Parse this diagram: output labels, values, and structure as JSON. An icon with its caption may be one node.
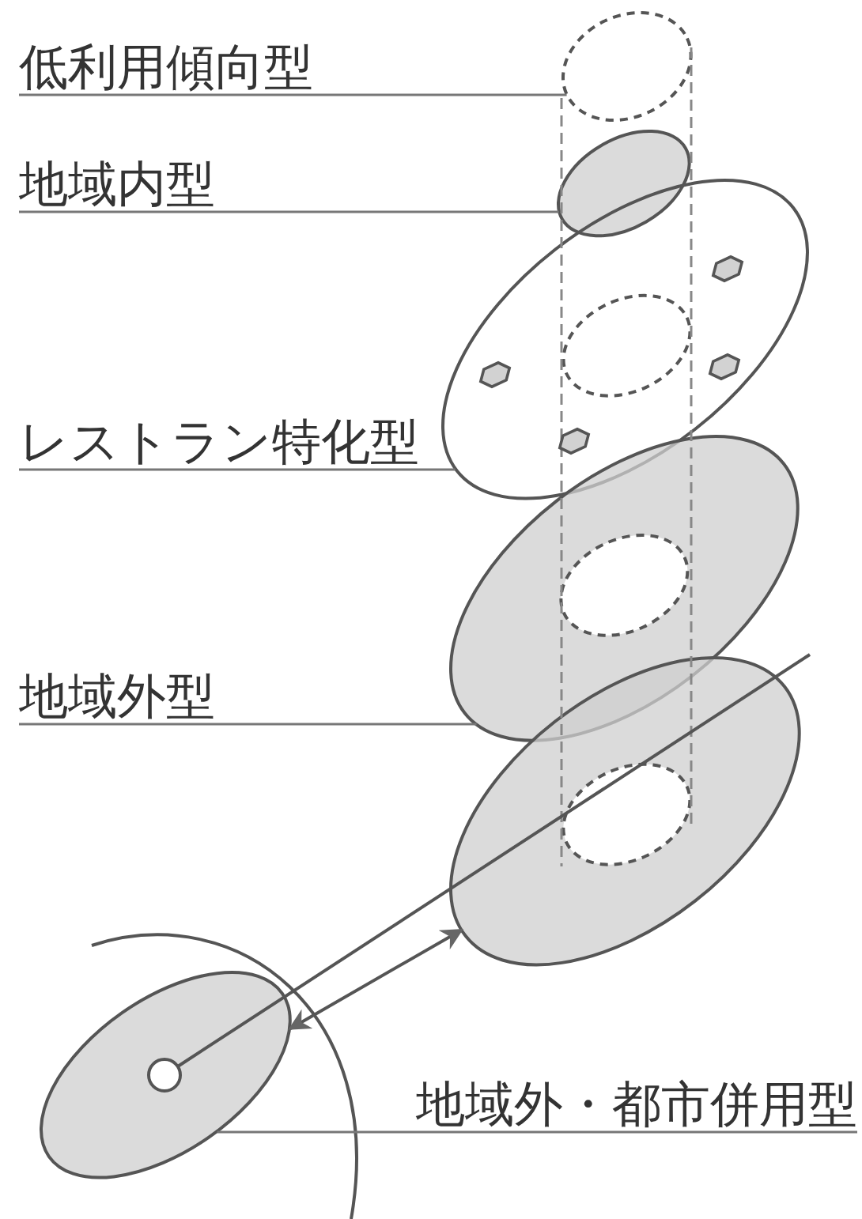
{
  "diagram": {
    "nodes": [
      {
        "text": [
          "低利用傾向型"
        ]
      },
      {
        "text": [],
        "shape": "ellipse"
      },
      {
        "text": [
          "地域内型"
        ]
      },
      {
        "text": [],
        "shape": "ellipse"
      },
      {
        "text": [
          "レストラン特化型"
        ]
      },
      {
        "text": [],
        "shape": "ellipse"
      },
      {
        "text": [],
        "shape": "ellipse"
      },
      {
        "text": [
          "地域外型"
        ]
      },
      {
        "text": [],
        "shape": "ellipse"
      },
      {
        "text": [],
        "shape": "ellipse"
      },
      {
        "text": [],
        "shape": "circle",
        "in": 9
      },
      {
        "text": [
          "地域外・都市併用型"
        ]
      }
    ],
    "edges": [
      {
        "from": 0,
        "to": 1,
        "arrow": "none"
      },
      {
        "from": 2,
        "to": 3,
        "arrow": "none"
      },
      {
        "from": 4,
        "to": 5,
        "arrow": "none"
      },
      {
        "from": 7,
        "to": 6,
        "arrow": "none"
      },
      {
        "from": 11,
        "to": 9,
        "arrow": "none"
      },
      {
        "from": 10,
        "to": null,
        "arrow": "none"
      },
      {
        "from": 9,
        "to": 8,
        "arrow": "both"
      }
    ]
  }
}
